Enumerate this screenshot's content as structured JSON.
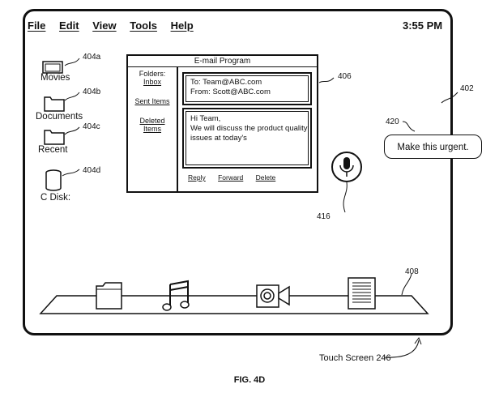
{
  "menu": {
    "items": [
      "File",
      "Edit",
      "View",
      "Tools",
      "Help"
    ],
    "clock": "3:55 PM"
  },
  "desktop": {
    "icons": [
      {
        "label": "Movies",
        "ref": "404a",
        "icon": "folder-icon"
      },
      {
        "label": "Documents",
        "ref": "404b",
        "icon": "folder-icon"
      },
      {
        "label": "Recent",
        "ref": "404c",
        "icon": "folder-icon"
      },
      {
        "label": "C Disk:",
        "ref": "404d",
        "icon": "disk-icon"
      }
    ]
  },
  "email": {
    "title": "E-mail Program",
    "folders_label": "Folders:",
    "inbox": "Inbox",
    "sent": "Sent Items",
    "deleted_1": "Deleted",
    "deleted_2": "Items",
    "to": "To: Team@ABC.com",
    "from": "From: Scott@ABC.com",
    "body_1": "Hi Team,",
    "body_2": "We will discuss the product quality",
    "body_3": "issues at today's",
    "reply": "Reply",
    "forward": "Forward",
    "delete": "Delete",
    "ref": "406"
  },
  "mic": {
    "ref": "416",
    "icon": "microphone-icon"
  },
  "bubble": {
    "text": "Make this urgent.",
    "ref": "420"
  },
  "screen_ref": "402",
  "dock": {
    "ref": "408",
    "icons": [
      "folder-icon",
      "music-icon",
      "video-camera-icon",
      "document-icon"
    ]
  },
  "touch_screen_label": "Touch Screen 246",
  "figure_caption": "FIG. 4D"
}
